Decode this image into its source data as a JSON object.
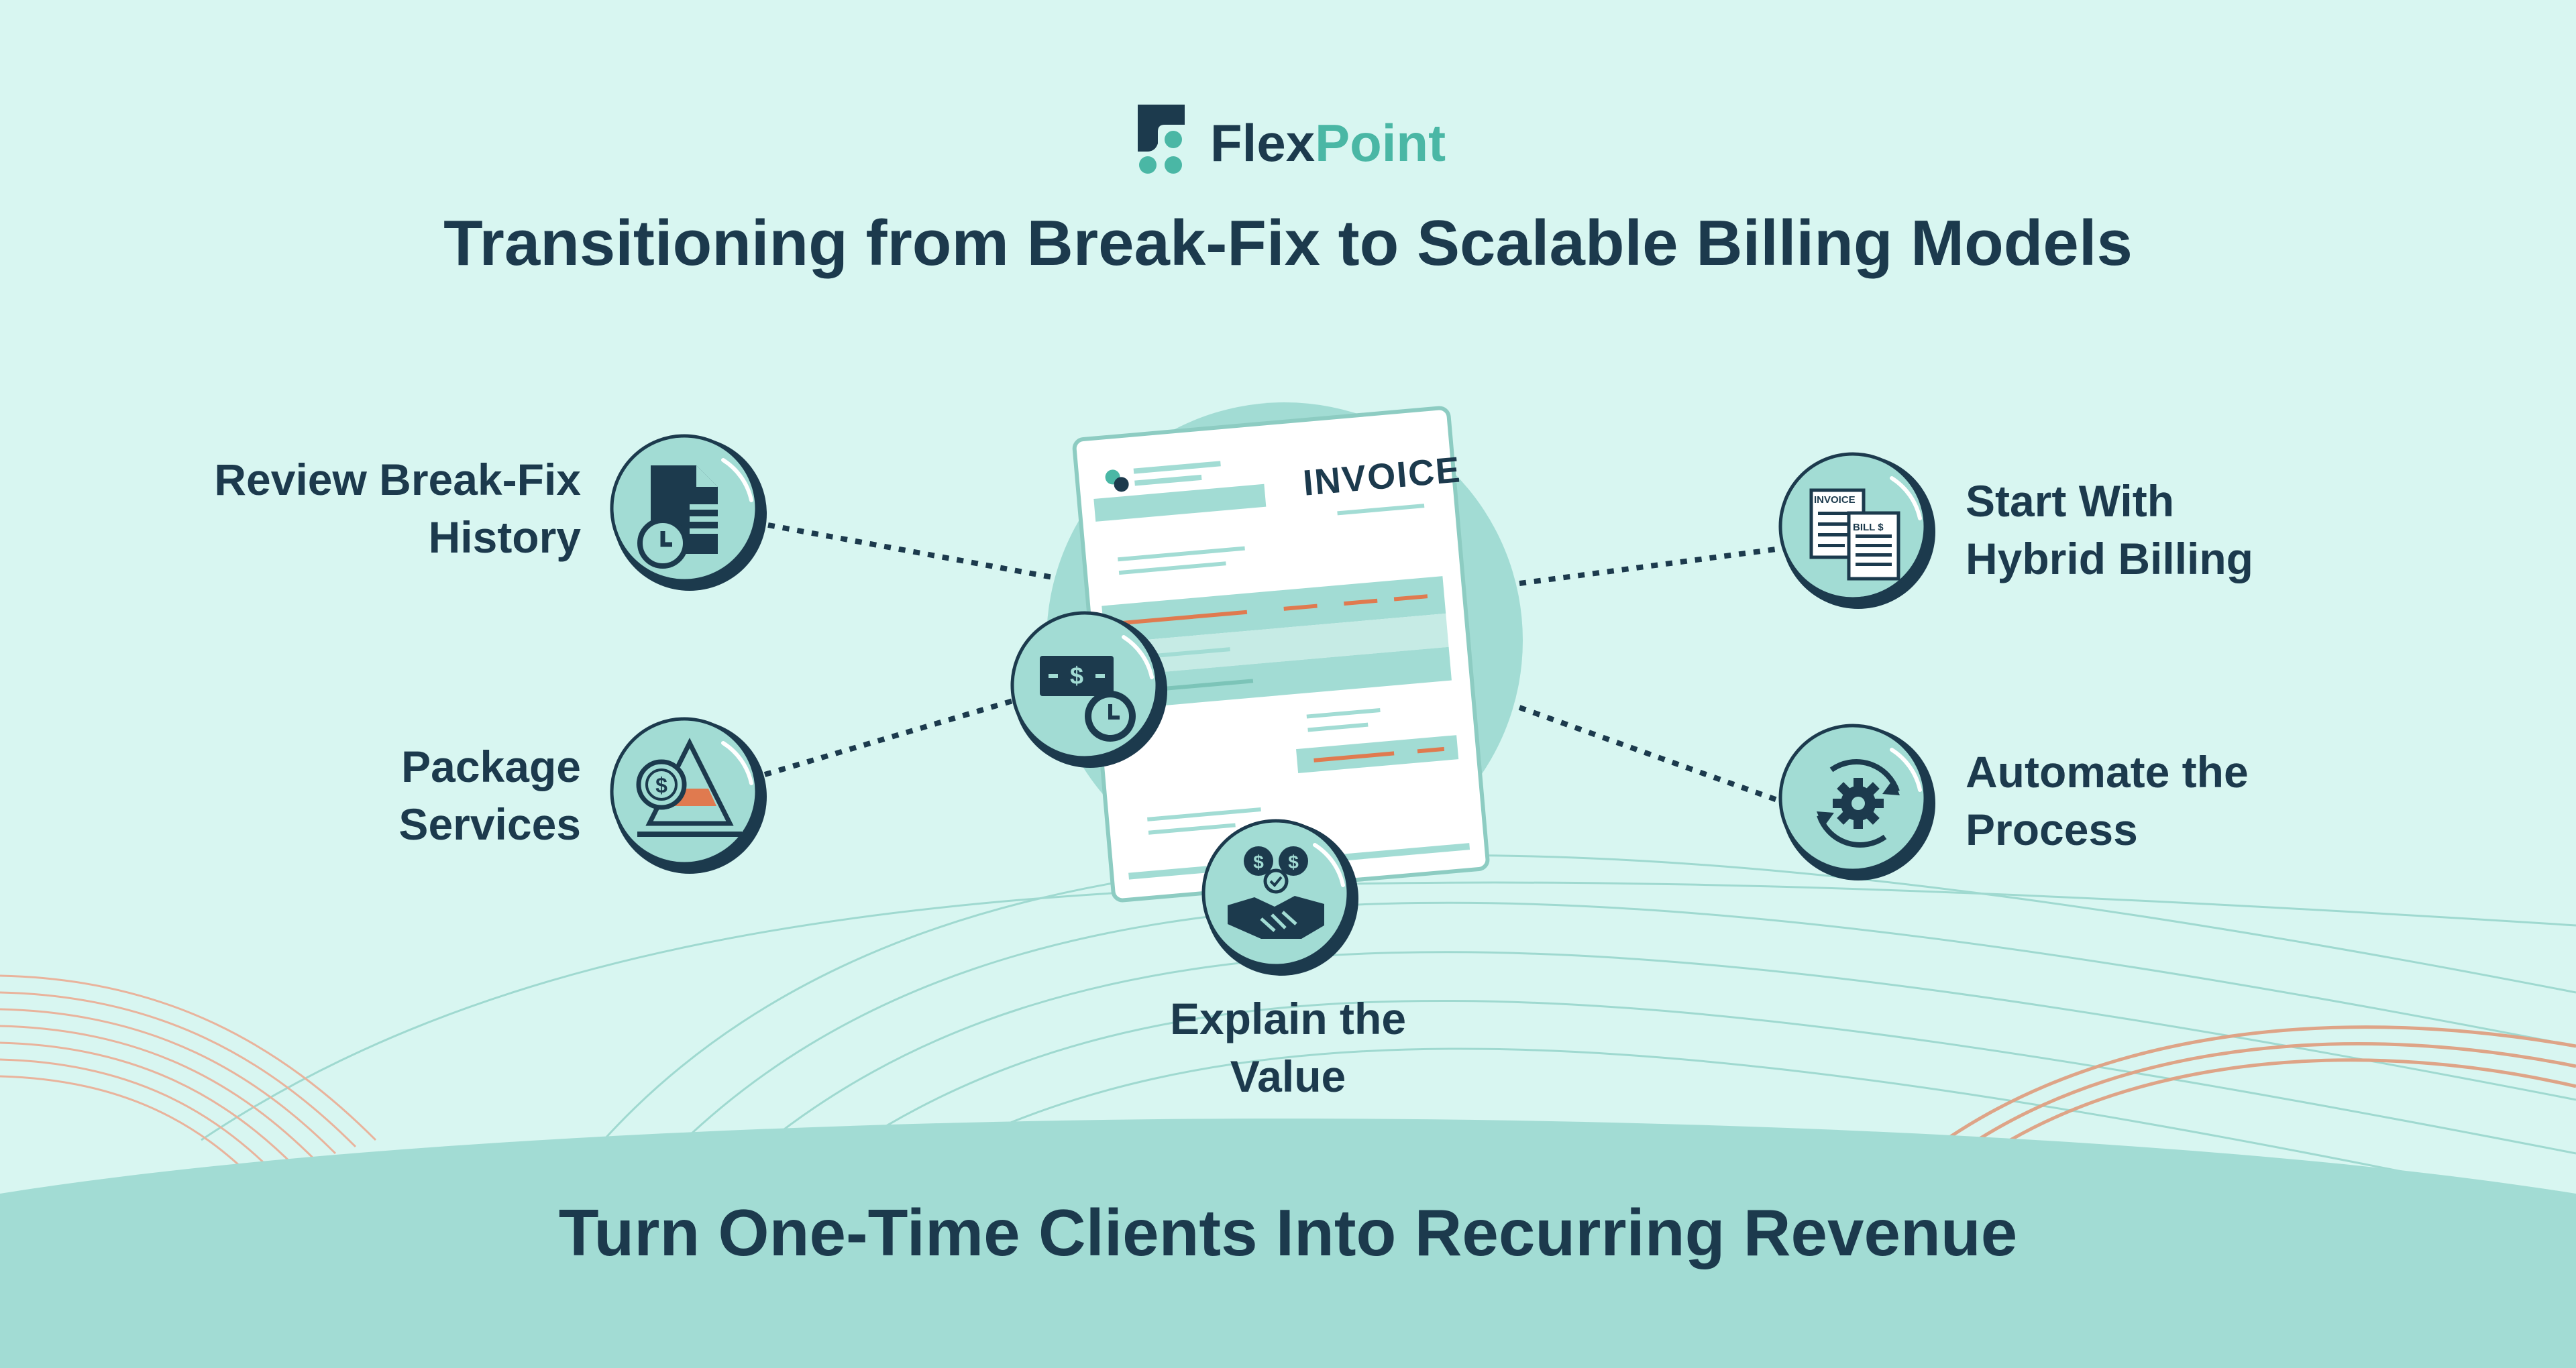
{
  "brand": {
    "name_part1": "Flex",
    "name_part2": "Point",
    "colors": {
      "dark": "#1c3a4d",
      "accent": "#4ab7a5",
      "mint": "#d8f6f1",
      "circle": "#a2dcd4",
      "orange": "#e07a4f"
    }
  },
  "title": "Transitioning from Break-Fix to Scalable Billing Models",
  "invoice": {
    "heading": "INVOICE",
    "small_doc_heading": "INVOICE",
    "small_bill_label": "BILL $"
  },
  "steps": [
    {
      "line1": "Review Break-Fix",
      "line2": "History",
      "icon": "document-clock-icon"
    },
    {
      "line1": "Package",
      "line2": "Services",
      "icon": "pyramid-dollar-icon"
    },
    {
      "line1": "Explain the",
      "line2": "Value",
      "icon": "handshake-dollar-icon"
    },
    {
      "line1": "Start With",
      "line2": "Hybrid Billing",
      "icon": "invoice-bill-icon"
    },
    {
      "line1": "Automate the",
      "line2": "Process",
      "icon": "gear-cycle-icon"
    }
  ],
  "center_icon": "money-clock-icon",
  "footer": "Turn One-Time Clients Into Recurring Revenue"
}
